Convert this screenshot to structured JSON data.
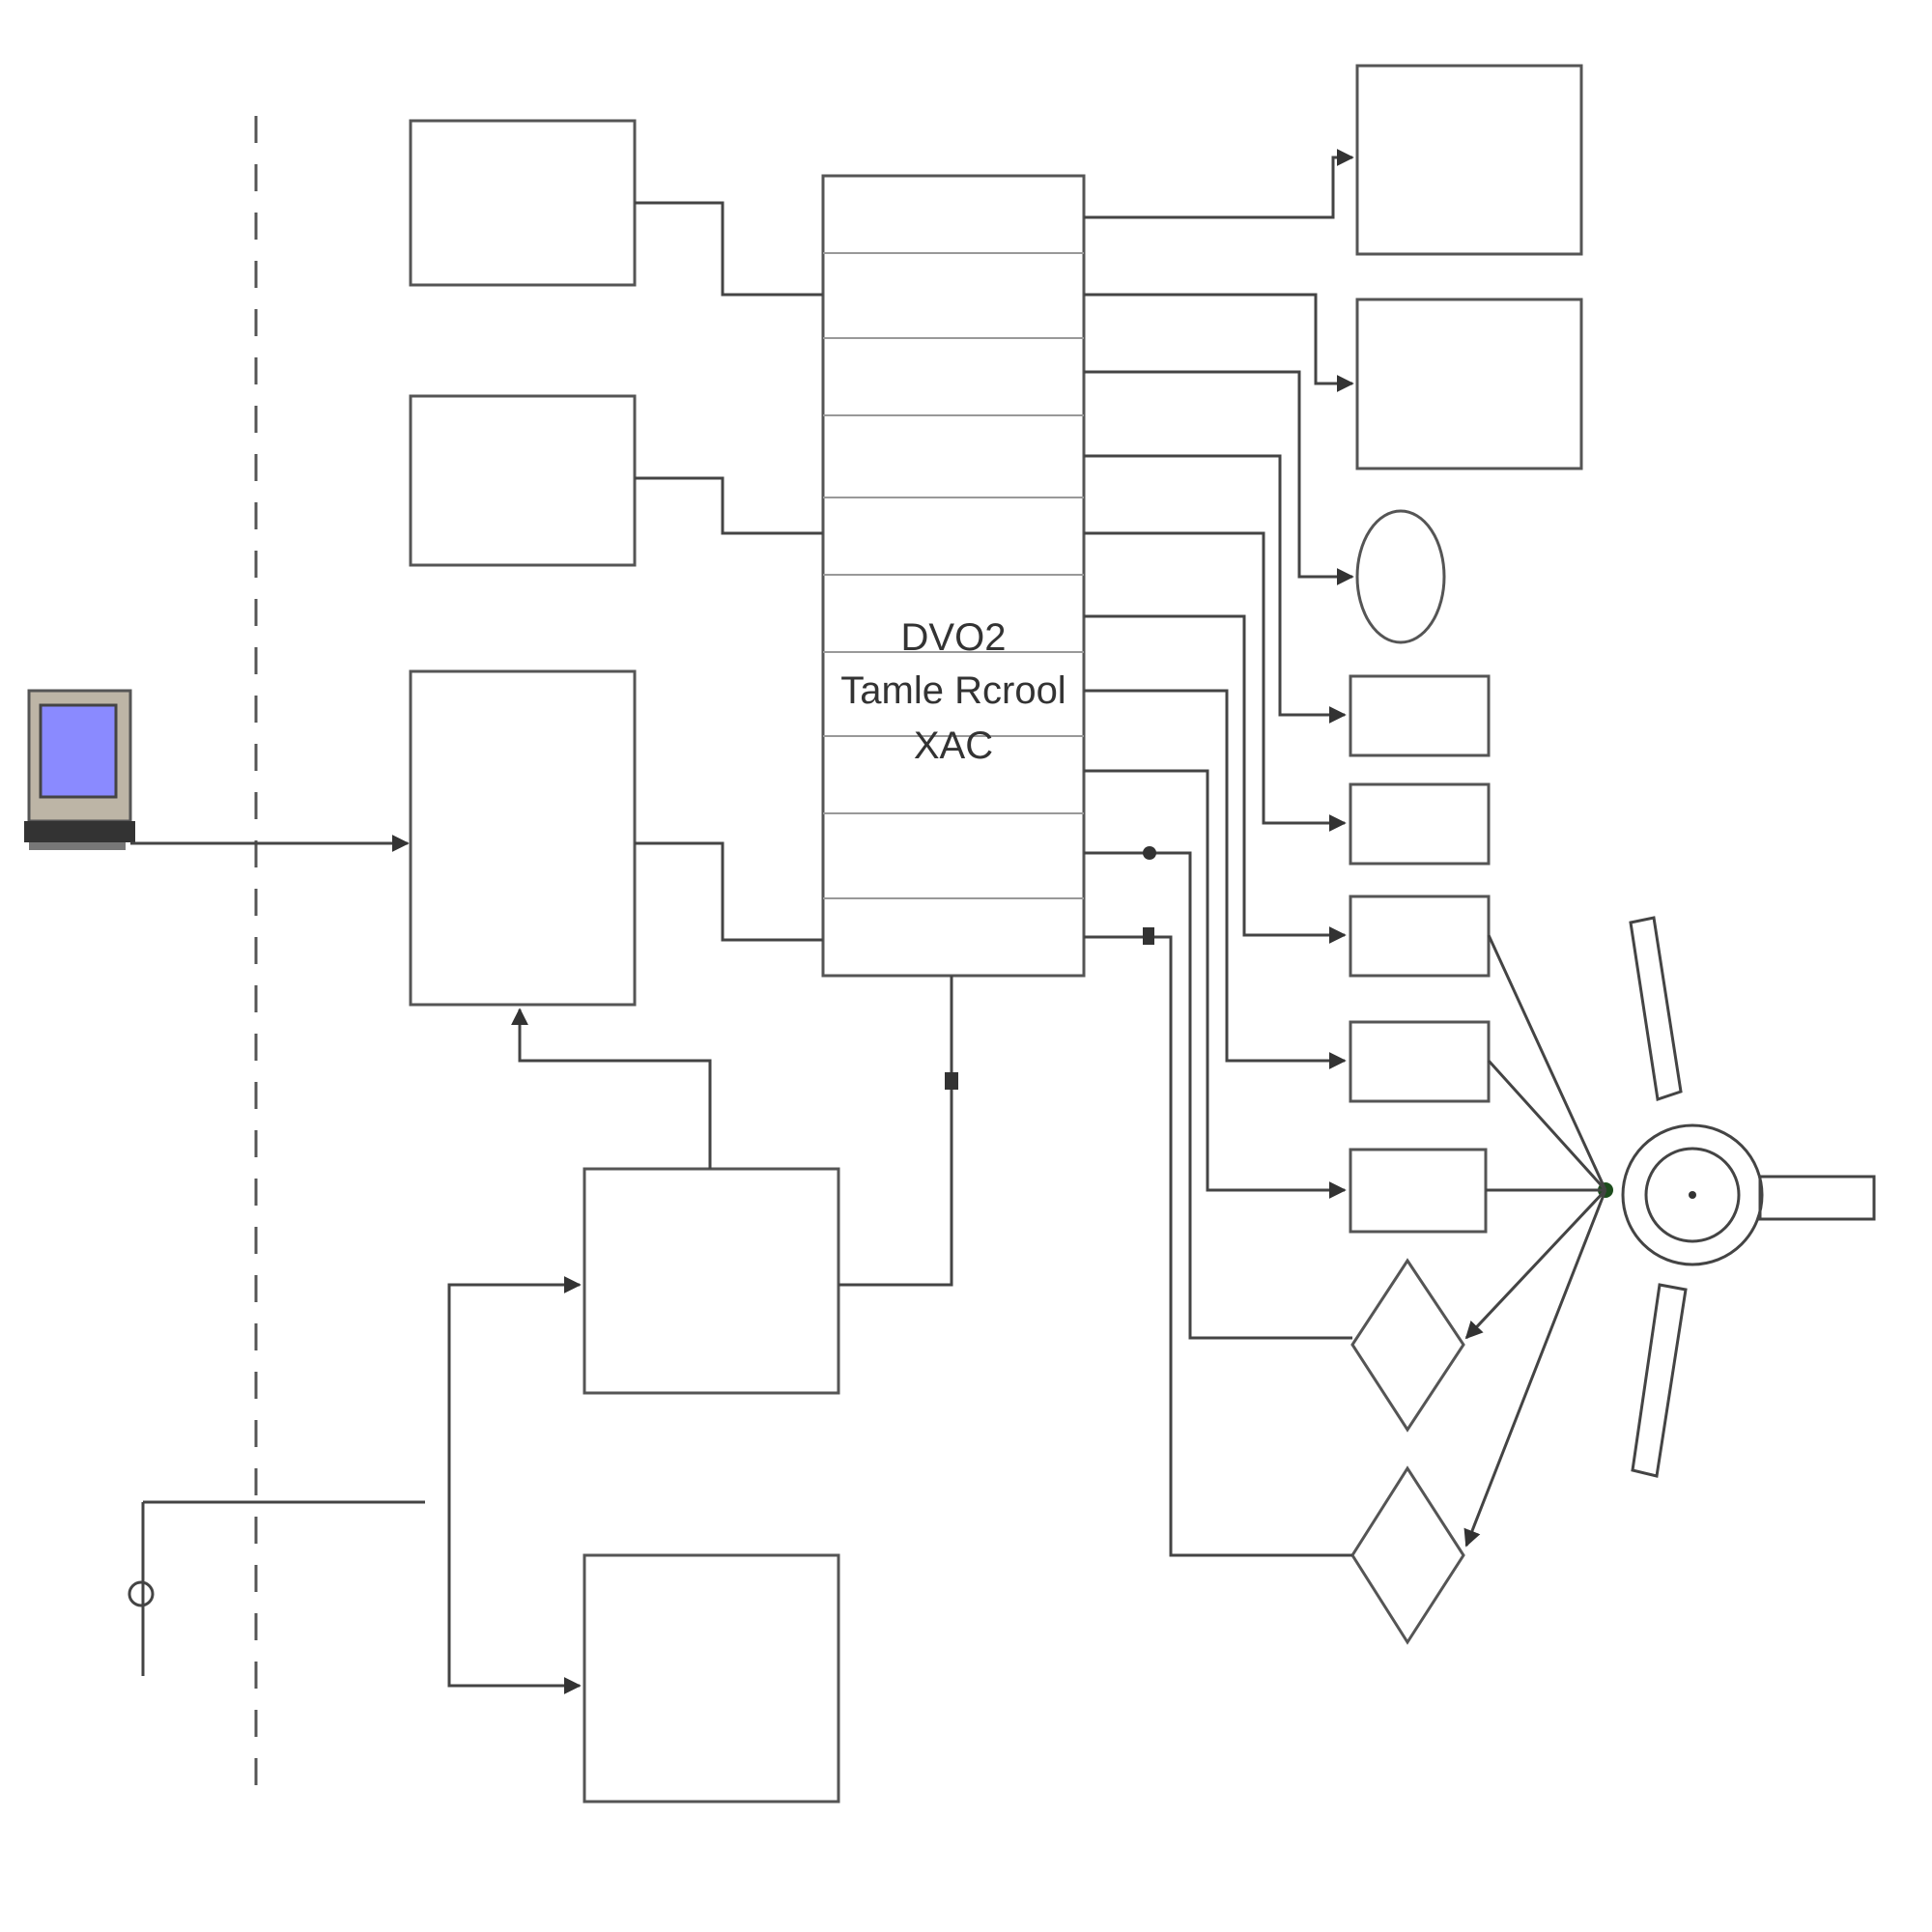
{
  "diagram": {
    "central_unit": {
      "line1": "DVO2",
      "line2": "Tamle Rcrool",
      "line3": "XAC"
    }
  }
}
